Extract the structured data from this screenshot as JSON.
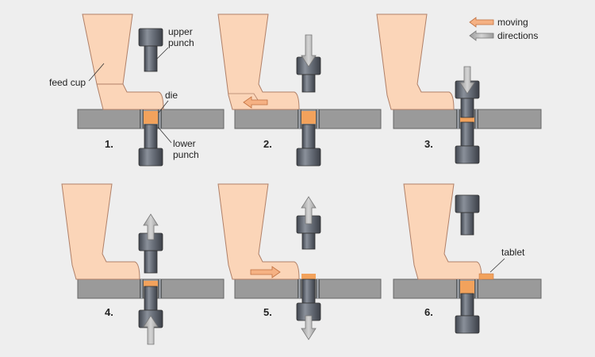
{
  "legend": {
    "orange_label": "moving",
    "gray_label": "directions"
  },
  "labels": {
    "upper_punch_1": "upper",
    "upper_punch_2": "punch",
    "feed_cup": "feed cup",
    "die": "die",
    "lower_punch_1": "lower",
    "lower_punch_2": "punch",
    "tablet": "tablet"
  },
  "steps": [
    "1.",
    "2.",
    "3.",
    "4.",
    "5.",
    "6."
  ],
  "colors": {
    "background": "#eeeeee",
    "feed_cup": "#fbd5b8",
    "feed_cup_stroke": "#b08068",
    "powder": "#f2a25c",
    "die_table": "#999999",
    "punch": "#5f6571",
    "gray_arrow": "#b5b5b5",
    "orange_arrow": "#f5b183"
  }
}
